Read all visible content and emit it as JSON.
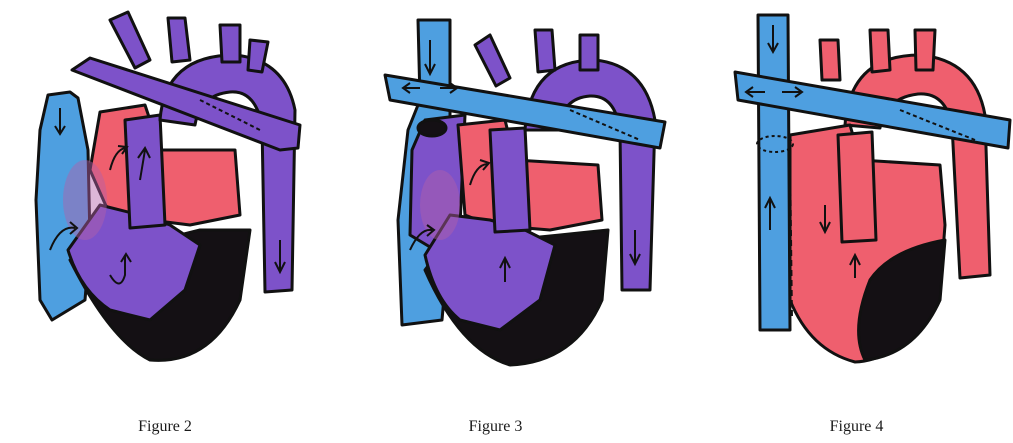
{
  "colors": {
    "purple": "#7d52c9",
    "purple_dark": "#5a36a6",
    "blue": "#4e9fe0",
    "red": "#ef5f6e",
    "black": "#141014",
    "outline": "#111111"
  },
  "figures": [
    {
      "caption": "Figure 2"
    },
    {
      "caption": "Figure 3"
    },
    {
      "caption": "Figure 4"
    }
  ]
}
